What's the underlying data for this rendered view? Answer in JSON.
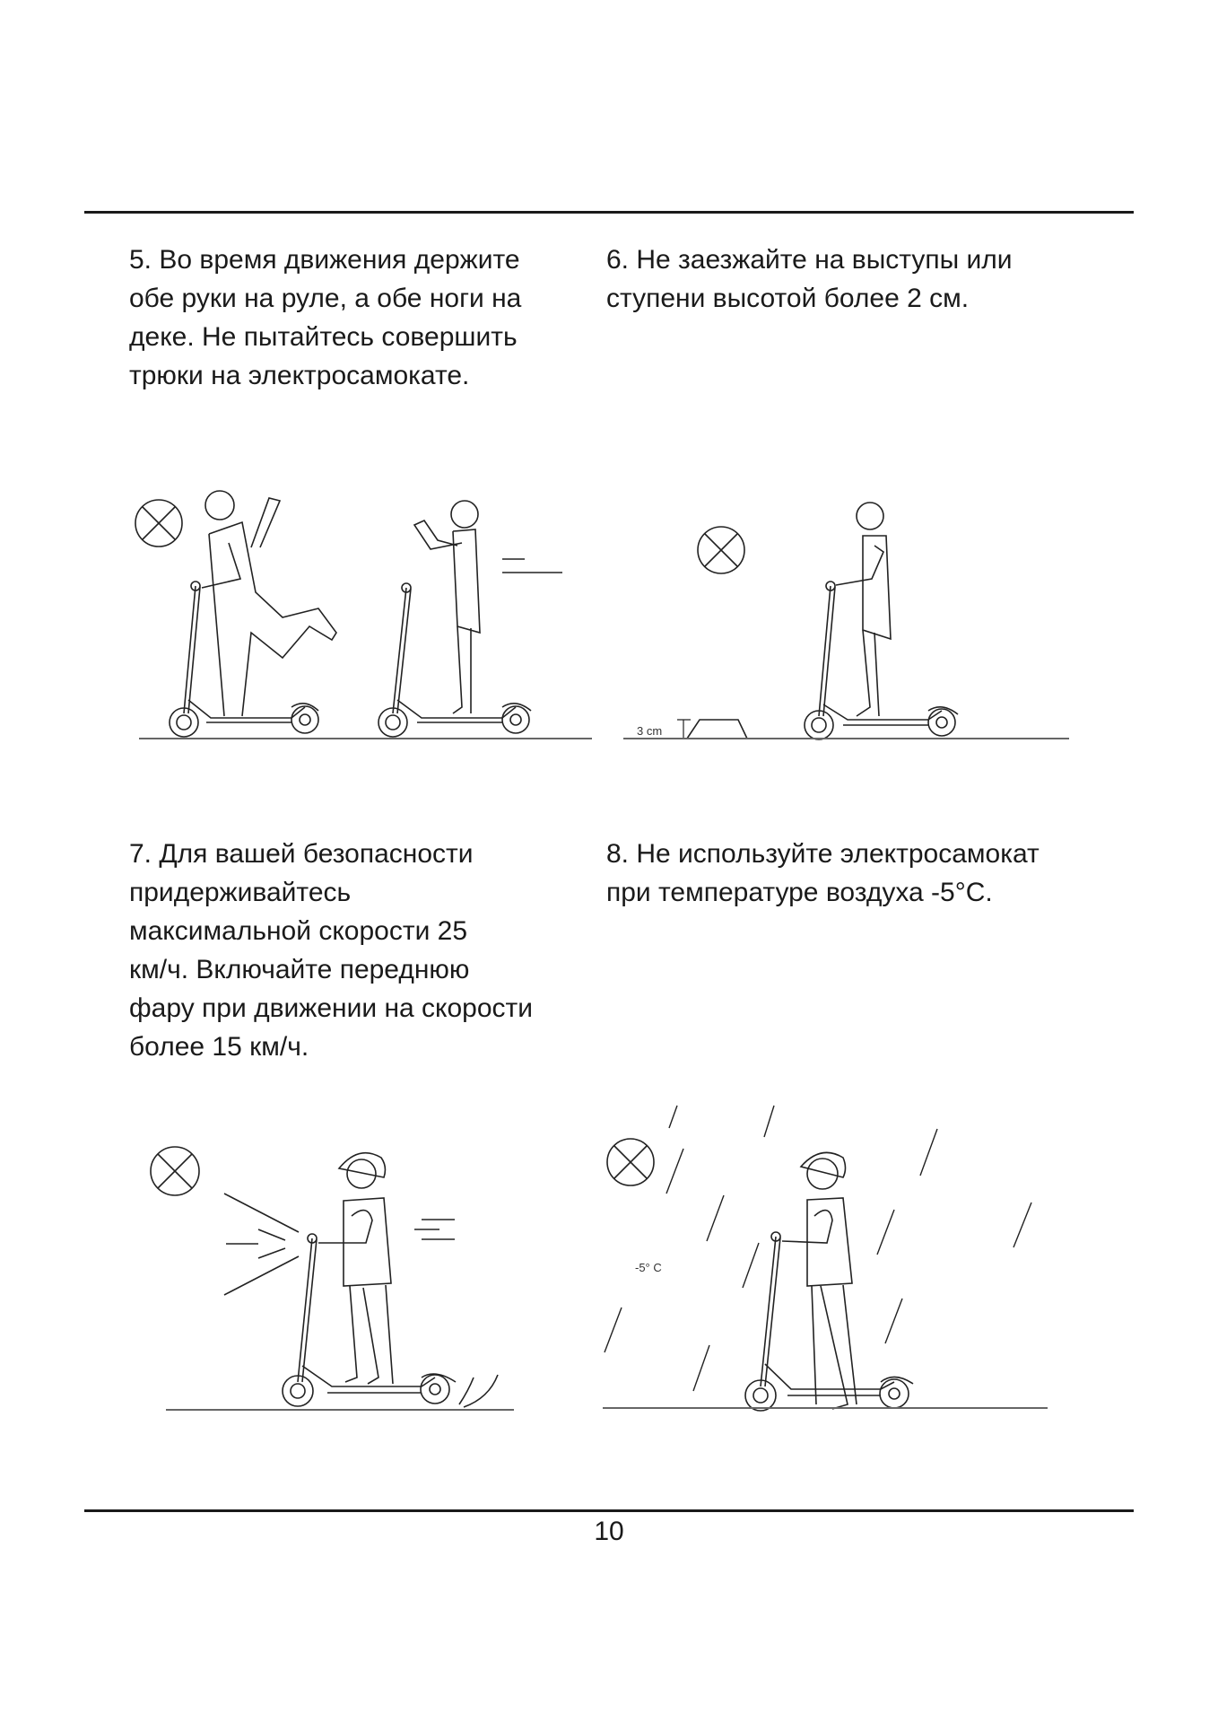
{
  "page": {
    "page_number": "10"
  },
  "sections": [
    {
      "id": "5",
      "text": "5. Во время движения держите\nобе руки на руле, а обе ноги на\nдеке. Не пытайтесь совершить\nтрюки на электросамокате.",
      "figure": {
        "description": "Two riders on scooters: left one doing a trick (kicking leg, waving arm) marked prohibited; right one riding with a hand off the handlebar",
        "icons": [
          "prohibited-icon",
          "speed-lines-icon"
        ]
      }
    },
    {
      "id": "6",
      "text": "6. Не заезжайте на выступы или\nступени высотой более 2 см.",
      "figure": {
        "description": "Rider on scooter approaching a bump on the ground, marked prohibited",
        "obstacle_label": "3 cm",
        "icons": [
          "prohibited-icon"
        ]
      }
    },
    {
      "id": "7",
      "text": "7. Для вашей безопасности\nпридерживайтесь\nмаксимальной скорости 25\nкм/ч. Включайте переднюю\nфару при движении на скорости\nболее 15 км/ч.",
      "figure": {
        "description": "Rider on scooter with headlight beam and speed lines, marked prohibited",
        "icons": [
          "prohibited-icon",
          "headlight-beam-icon",
          "speed-lines-icon"
        ]
      }
    },
    {
      "id": "8",
      "text": "8. Не используйте электросамокат\nпри температуре воздуха -5°C.",
      "figure": {
        "description": "Rider standing next to scooter in rain/snow, marked prohibited",
        "temperature_label": "-5° C",
        "icons": [
          "prohibited-icon",
          "rain-icon"
        ]
      }
    }
  ]
}
